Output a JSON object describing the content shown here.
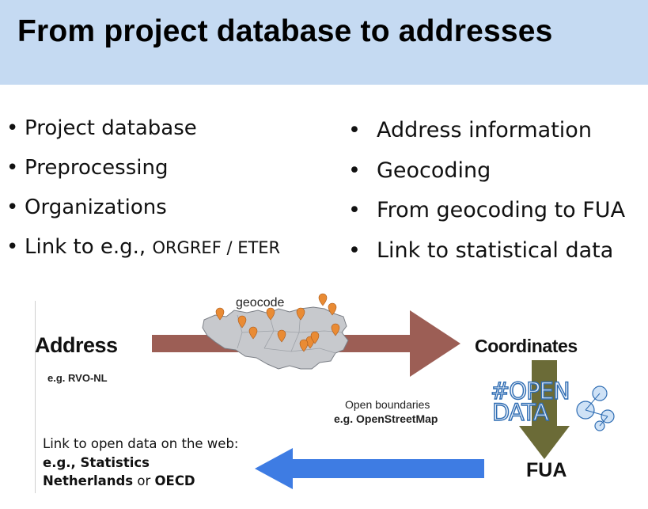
{
  "header": {
    "title": "From project database to addresses"
  },
  "left_list": {
    "items": [
      {
        "main": "Project database",
        "small": ""
      },
      {
        "main": "Preprocessing",
        "small": ""
      },
      {
        "main": "Organizations",
        "small": ""
      },
      {
        "main": "Link to e.g., ",
        "small": "ORGREF / ETER"
      }
    ]
  },
  "right_list": {
    "items": [
      "Address information",
      "Geocoding",
      "From geocoding to FUA",
      "Link to statistical data"
    ]
  },
  "diagram": {
    "address_label": "Address",
    "address_example": "e.g. RVO-NL",
    "geocode_label": "geocode",
    "coordinates_label": "Coordinates",
    "open_boundaries_label": "Open boundaries",
    "open_boundaries_example": "e.g. OpenStreetMap",
    "opendata_logo_line1": "#OPEN",
    "opendata_logo_line2": "DATA",
    "fua_label": "FUA",
    "link_text": {
      "part1": "Link to open data on the web: ",
      "bold1": "e.g., Statistics Netherlands",
      "part2": " or ",
      "bold2": "OECD"
    }
  },
  "colors": {
    "header_bg": "#c5daf2",
    "brown_arrow": "#9c5e55",
    "olive_arrow": "#6b6b37",
    "blue_arrow": "#3e7ce3",
    "map_fill": "#c7c9cd",
    "pin": "#e98b34",
    "opendata_blue": "#2f6db3"
  },
  "icons": [
    "map-pin-icon",
    "open-data-logo-icon"
  ]
}
